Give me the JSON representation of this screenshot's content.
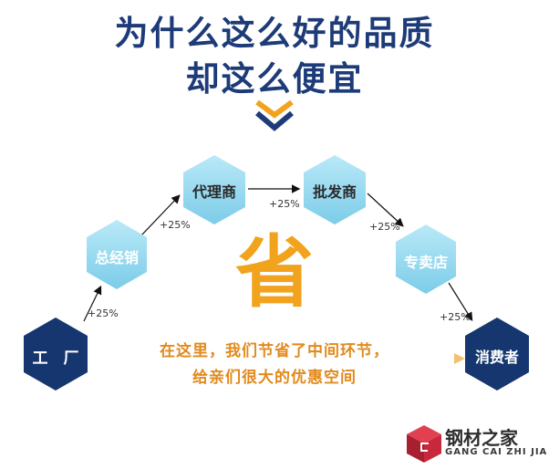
{
  "title": {
    "line1": "为什么这么好的品质",
    "line2": "却这么便宜"
  },
  "nodes": {
    "factory": "工　厂",
    "general_distributor": "总经销",
    "agent": "代理商",
    "wholesaler": "批发商",
    "store": "专卖店",
    "consumer": "消费者"
  },
  "markups": {
    "factory_to_distributor": "+25%",
    "distributor_to_agent": "+25%",
    "agent_to_wholesaler": "+25%",
    "wholesaler_to_store": "+25%",
    "store_to_consumer": "+25%"
  },
  "center_char": "省",
  "message": {
    "line1": "在这里，我们节省了中间环节，",
    "line2": "给亲们很大的优惠空间"
  },
  "logo": {
    "name_cn": "钢材之家",
    "name_en": "GANG CAI ZHI JIA"
  },
  "colors": {
    "title": "#1d3b78",
    "light_hex": "#8fd8f0",
    "dark_hex": "#15366e",
    "accent": "#f1a31e",
    "logo_red": "#c8283c"
  }
}
